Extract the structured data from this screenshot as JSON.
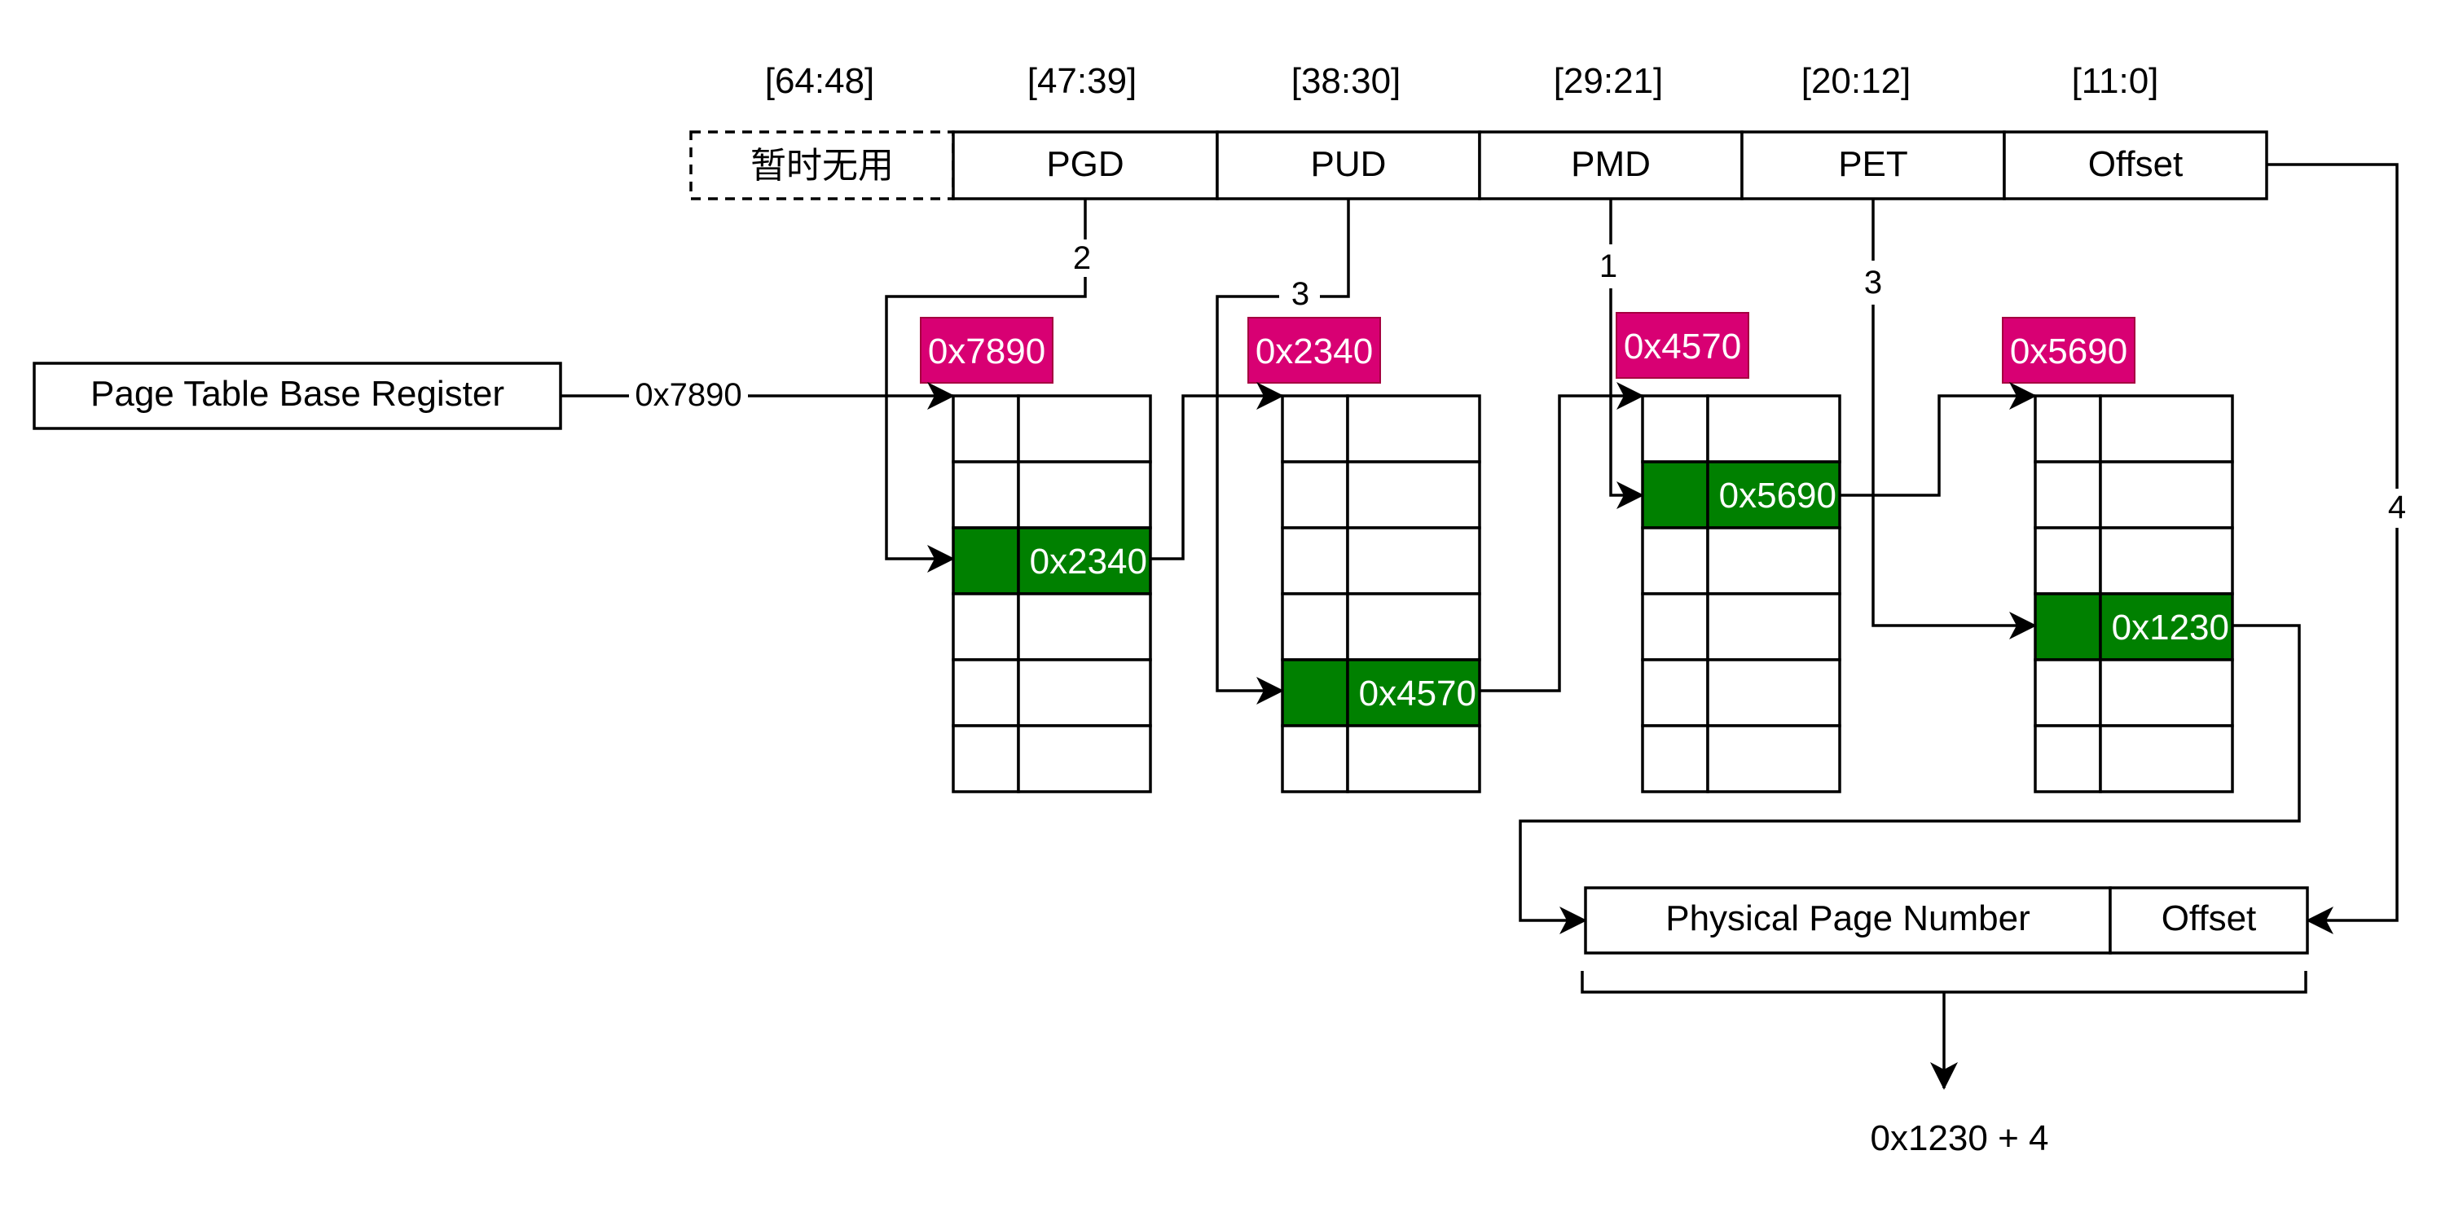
{
  "colors": {
    "highlight": "#008000",
    "tag": "#d80073",
    "line": "#000000"
  },
  "bit_ranges": [
    "[64:48]",
    "[47:39]",
    "[38:30]",
    "[29:21]",
    "[20:12]",
    "[11:0]"
  ],
  "address_fields": [
    "暂时无用",
    "PGD",
    "PUD",
    "PMD",
    "PET",
    "Offset"
  ],
  "register": {
    "label": "Page Table Base Register",
    "value": "0x7890"
  },
  "tables": [
    {
      "tag": "0x7890",
      "entry": "0x2340",
      "entry_row": 2
    },
    {
      "tag": "0x2340",
      "entry": "0x4570",
      "entry_row": 4
    },
    {
      "tag": "0x4570",
      "entry": "0x5690",
      "entry_row": 1
    },
    {
      "tag": "0x5690",
      "entry": "0x1230",
      "entry_row": 3
    }
  ],
  "index_labels": [
    "2",
    "3",
    "1",
    "3",
    "4"
  ],
  "physical_address": {
    "ppn_label": "Physical Page Number",
    "offset_label": "Offset"
  },
  "result": "0x1230 + 4"
}
